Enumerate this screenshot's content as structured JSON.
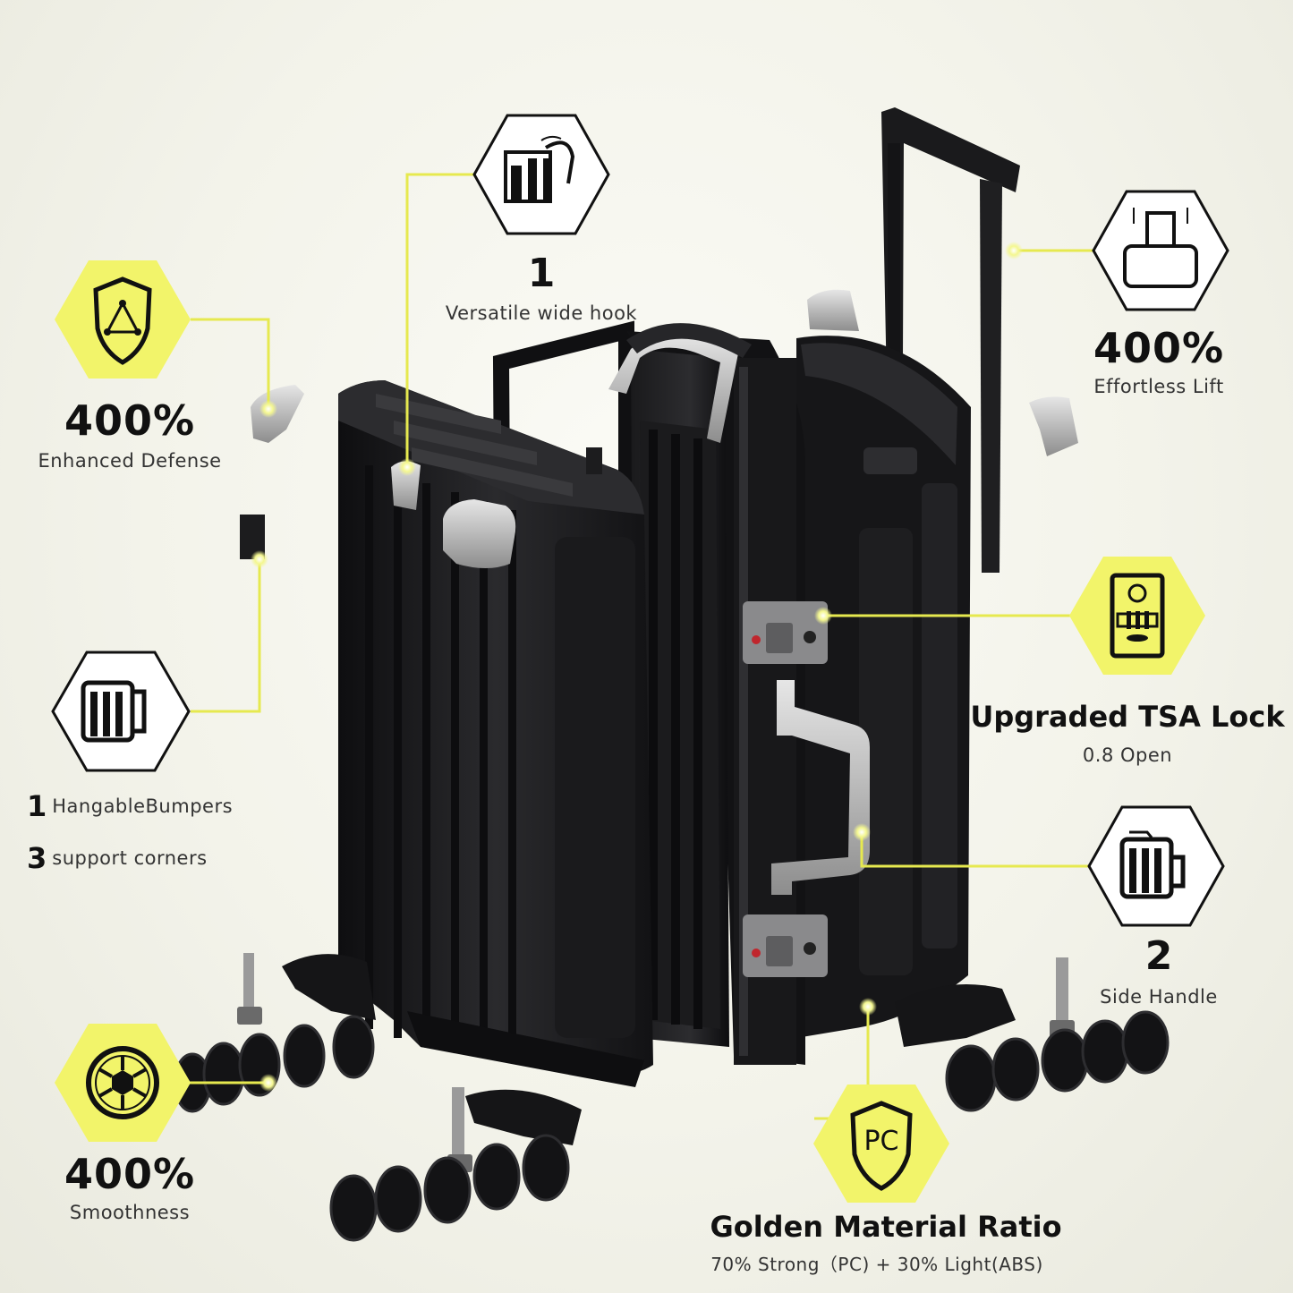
{
  "callouts": {
    "hook": {
      "number": "1",
      "label": "Versatile wide hook",
      "icon": "hook-icon"
    },
    "defense": {
      "value": "400%",
      "label": "Enhanced Defense",
      "icon": "shield-triangle-icon"
    },
    "lift": {
      "value": "400%",
      "label": "Effortless Lift",
      "icon": "trolley-handle-icon"
    },
    "bumpers": {
      "icon": "bumper-icon",
      "line1_number": "1",
      "line1_label": "HangableBumpers",
      "line2_number": "3",
      "line2_label": "support corners"
    },
    "lock": {
      "title": "Upgraded TSA Lock",
      "label": "0.8 Open",
      "icon": "tsa-lock-icon"
    },
    "side_handle": {
      "number": "2",
      "label": "Side Handle",
      "icon": "side-handle-icon"
    },
    "smooth": {
      "value": "400%",
      "label": "Smoothness",
      "icon": "wheel-icon"
    },
    "material": {
      "badge": "PC",
      "title": "Golden Material Ratio",
      "label": "70% Strong（PC) + 30% Light(ABS)",
      "icon": "pc-shield-icon"
    }
  },
  "colors": {
    "accent": "#f2f46a",
    "line": "#e9ec55",
    "dark": "#111111",
    "shell": "#1d1d1f",
    "metal": "#b9b9b9"
  }
}
